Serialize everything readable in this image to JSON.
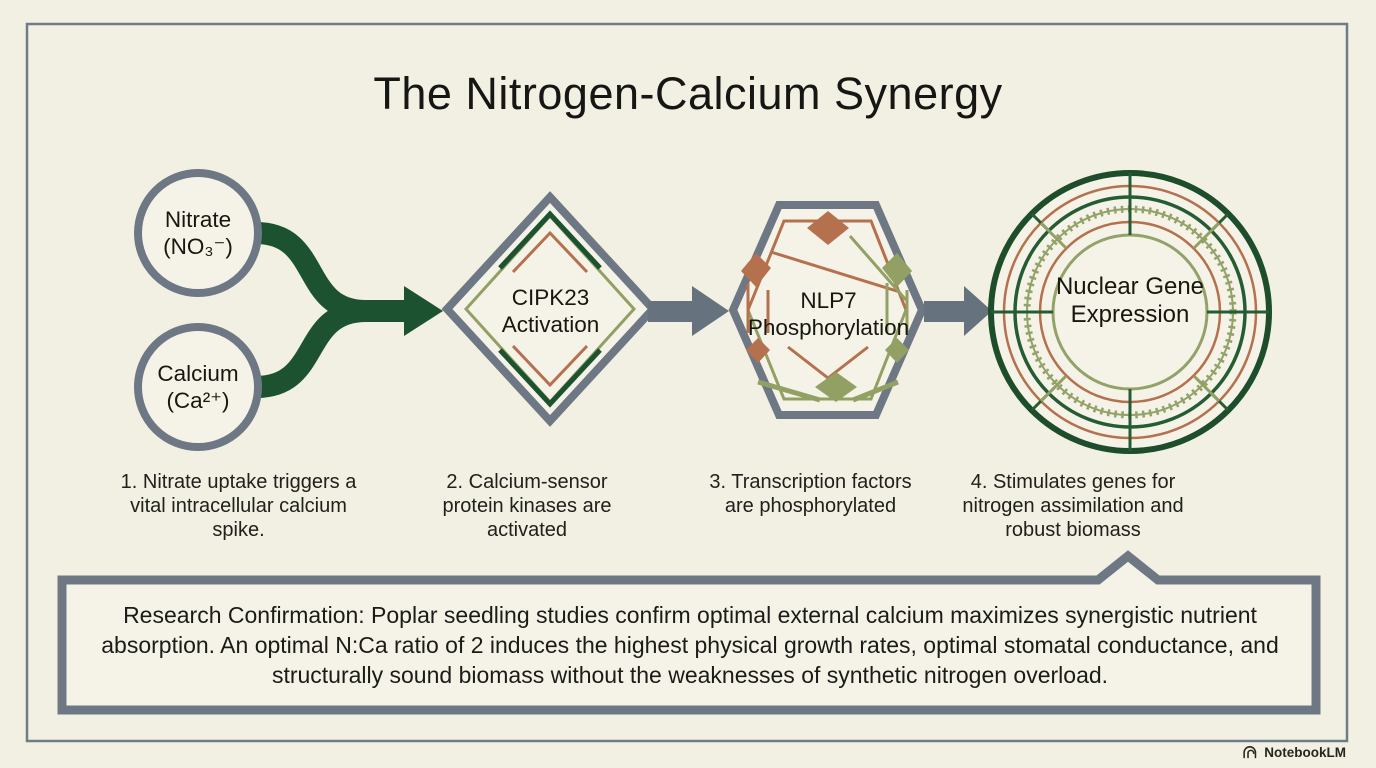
{
  "title": "The Nitrogen-Calcium Synergy",
  "nodes": {
    "nitrate": {
      "name": "Nitrate",
      "formula": "(NO₃⁻)"
    },
    "calcium": {
      "name": "Calcium",
      "formula": "(Ca²⁺)"
    },
    "cipk23": {
      "label": "CIPK23 Activation"
    },
    "nlp7": {
      "label": "NLP7 Phosphorylation"
    },
    "nucleus": {
      "label": "Nuclear Gene Expression"
    }
  },
  "captions": {
    "step1": "1. Nitrate uptake triggers a vital intracellular calcium spike.",
    "step2": "2. Calcium-sensor protein kinases are activated",
    "step3": "3. Transcription factors are phosphorylated",
    "step4": "4. Stimulates genes for nitrogen assimilation and robust biomass"
  },
  "research_box": {
    "text": "Research Confirmation: Poplar seedling studies confirm optimal external calcium maximizes synergistic nutrient absorption. An optimal N:Ca ratio of 2 induces the highest physical growth rates, optimal stomatal conductance, and structurally sound biomass without the weaknesses of synthetic nitrogen overload."
  },
  "footer": {
    "brand": "NotebookLM"
  },
  "colors": {
    "background": "#f2f0e2",
    "panel": "#f5f3e8",
    "border_gray": "#6d7884",
    "arrow_gray": "#66727e",
    "deep_green": "#1d5230",
    "terracotta": "#b5714e",
    "sage": "#92a064",
    "text": "#1d1d1b"
  }
}
